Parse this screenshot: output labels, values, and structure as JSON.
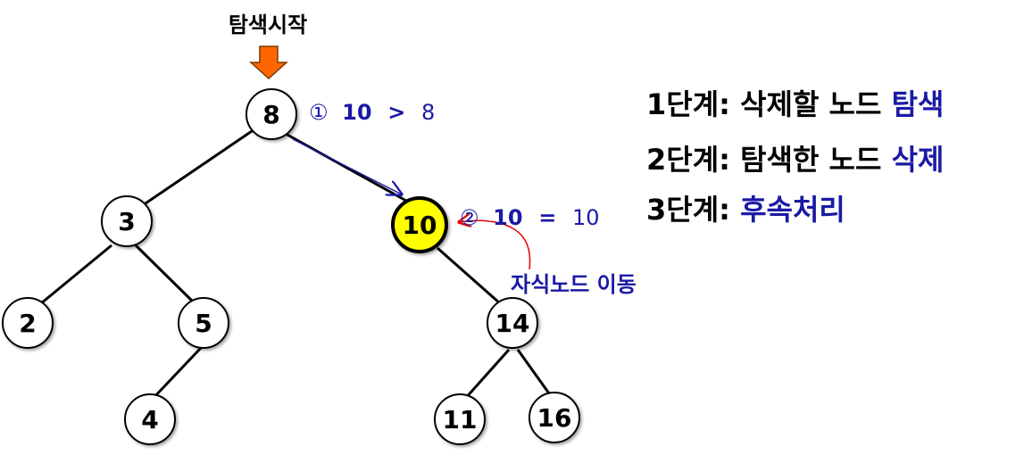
{
  "start_label": "탐색시작",
  "tree": {
    "nodes": [
      {
        "id": "n8",
        "label": "8"
      },
      {
        "id": "n3",
        "label": "3"
      },
      {
        "id": "n10",
        "label": "10"
      },
      {
        "id": "n2",
        "label": "2"
      },
      {
        "id": "n5",
        "label": "5"
      },
      {
        "id": "n14",
        "label": "14"
      },
      {
        "id": "n4",
        "label": "4"
      },
      {
        "id": "n11",
        "label": "11"
      },
      {
        "id": "n16",
        "label": "16"
      }
    ],
    "edges": [
      [
        "n8",
        "n3"
      ],
      [
        "n8",
        "n10"
      ],
      [
        "n3",
        "n2"
      ],
      [
        "n3",
        "n5"
      ],
      [
        "n5",
        "n4"
      ],
      [
        "n10",
        "n14"
      ],
      [
        "n14",
        "n11"
      ],
      [
        "n14",
        "n16"
      ]
    ],
    "highlighted_node": "n10",
    "highlight_color": "#ffff00"
  },
  "comparisons": [
    {
      "marker": "①",
      "value": "10",
      "op": ">",
      "target": "8"
    },
    {
      "marker": "②",
      "value": "10",
      "op": "=",
      "target": "10"
    }
  ],
  "child_move_label": "자식노드 이동",
  "steps": [
    {
      "prefix": "1단계: 삭제할 노드 ",
      "highlight": "탐색"
    },
    {
      "prefix": "2단계: 탐색한 노드 ",
      "highlight": "삭제"
    },
    {
      "prefix": "3단계: ",
      "highlight": "후속처리"
    }
  ],
  "colors": {
    "arrow_start": "#ff6600",
    "search_path": "#1a1aa6",
    "child_move_arrow": "#e00000",
    "text_blue": "#1a1aa6"
  }
}
